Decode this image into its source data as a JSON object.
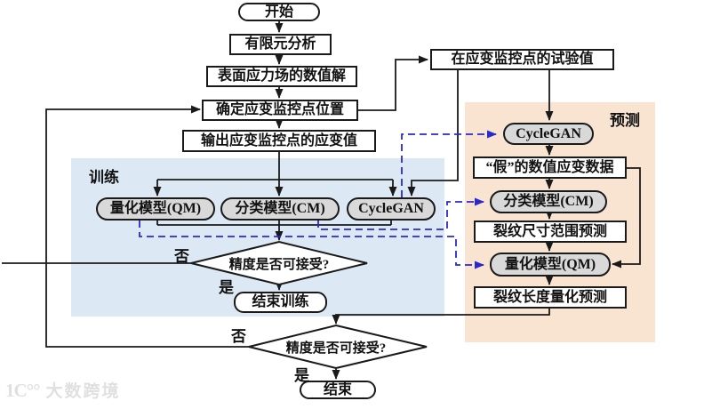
{
  "regions": {
    "training": {
      "label": "训练"
    },
    "prediction": {
      "label": "预测"
    }
  },
  "nodes": {
    "start": "开始",
    "fem": "有限元分析",
    "surface": "表面应力场的数值解",
    "determine": "确定应变监控点位置",
    "output": "输出应变监控点的应变值",
    "experimental": "在应变监控点的试验值",
    "qm_train": "量化模型(QM)",
    "cm_train": "分类模型(CM)",
    "cyclegan_train": "CycleGAN",
    "decision1": "精度是否可接受?",
    "end_training": "结束训练",
    "cyclegan_pred": "CycleGAN",
    "fake_data": "“假”的数值应变数据",
    "cm_pred": "分类模型(CM)",
    "crack_size": "裂纹尺寸范围预测",
    "qm_pred": "量化模型(QM)",
    "crack_length": "裂纹长度量化预测",
    "decision2": "精度是否可接受?",
    "end": "结束"
  },
  "branch_labels": {
    "decision1_no": "否",
    "decision1_yes": "是",
    "decision2_no": "否",
    "decision2_yes": "是"
  },
  "watermark": {
    "logo": "1C°°",
    "text": "大数跨境"
  },
  "colors": {
    "training_bg": "#dce8f4",
    "prediction_bg": "#f9e3d1",
    "model_pill_fill": "#d9d9d9",
    "flow_line": "#1a1a1a",
    "transfer_line": "#2a2acc"
  }
}
